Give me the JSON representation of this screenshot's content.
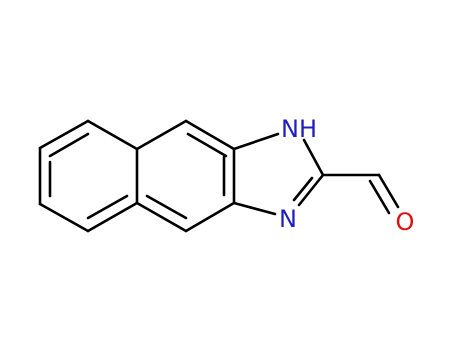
{
  "atoms": {
    "nh": {
      "text": "NH",
      "element": "N",
      "color": "#1f1fbf"
    },
    "n": {
      "text": "N",
      "element": "N",
      "color": "#1f1fbf"
    },
    "o": {
      "text": "O",
      "element": "O",
      "color": "#e0100f"
    }
  },
  "colors": {
    "bond": "#000000",
    "nitrogen": "#1f1fbf",
    "oxygen": "#e0100f",
    "background": "#ffffff"
  }
}
